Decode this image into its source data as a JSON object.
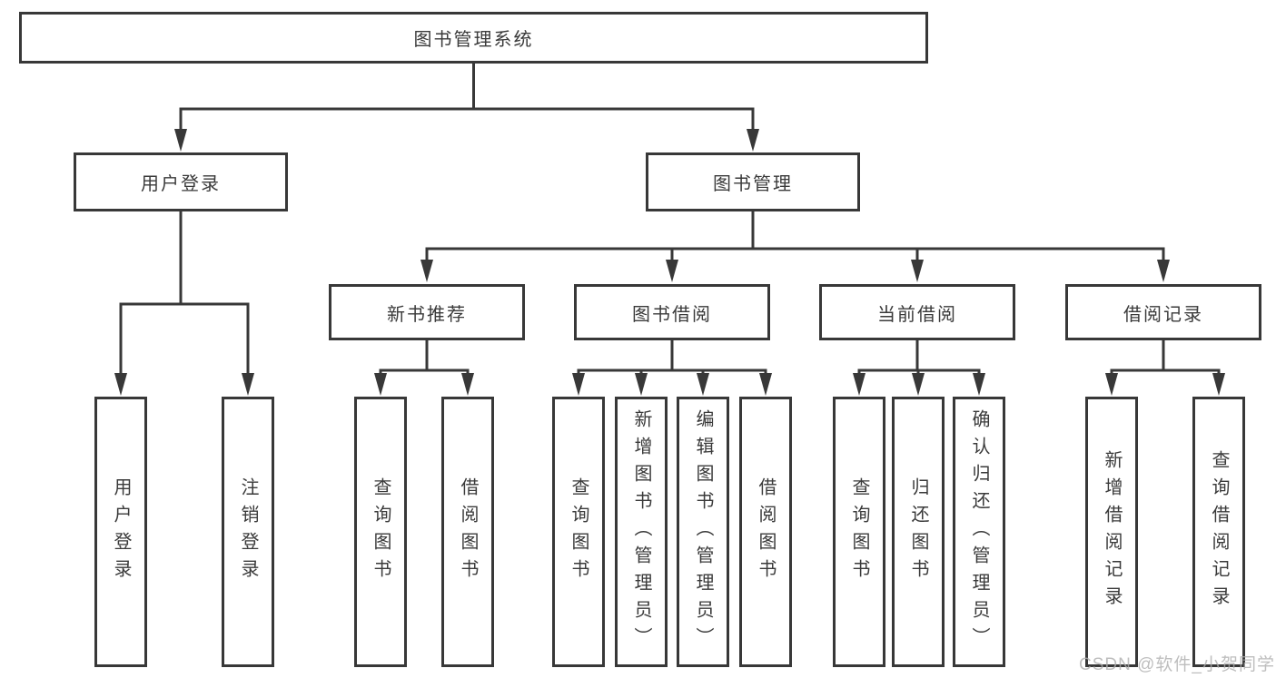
{
  "diagram_title": "图书管理系统",
  "tree": {
    "root": {
      "label": "图书管理系统"
    },
    "branches": [
      {
        "label": "用户登录",
        "children": [
          {
            "label": "用户登录"
          },
          {
            "label": "注销登录"
          }
        ]
      },
      {
        "label": "图书管理",
        "sections": [
          {
            "label": "新书推荐",
            "children": [
              {
                "label": "查询图书"
              },
              {
                "label": "借阅图书"
              }
            ]
          },
          {
            "label": "图书借阅",
            "children": [
              {
                "label": "查询图书"
              },
              {
                "label": "新增图书（管理员）"
              },
              {
                "label": "编辑图书（管理员）"
              },
              {
                "label": "借阅图书"
              }
            ]
          },
          {
            "label": "当前借阅",
            "children": [
              {
                "label": "查询图书"
              },
              {
                "label": "归还图书"
              },
              {
                "label": "确认归还（管理员）"
              }
            ]
          },
          {
            "label": "借阅记录",
            "children": [
              {
                "label": "新增借阅记录"
              },
              {
                "label": "查询借阅记录"
              }
            ]
          }
        ]
      }
    ]
  },
  "watermark": {
    "text": "CSDN @软件_小贺同学"
  },
  "colors": {
    "line": "#383838",
    "text": "#3a3a3a",
    "box_fill": "#ffffff",
    "background": "#ffffff",
    "watermark": "#aeaeae"
  }
}
